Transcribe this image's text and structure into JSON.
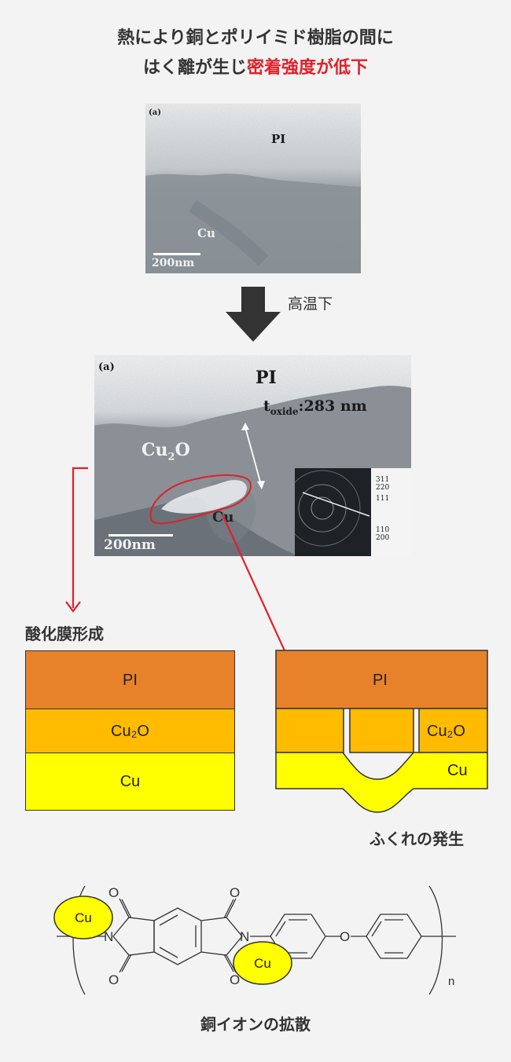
{
  "title": {
    "line1": "熱により銅とポリイミド樹脂の間に",
    "line2_prefix": "はく離が生じ",
    "line2_accent": "密着強度が低下"
  },
  "colors": {
    "accent_red": "#e0202a",
    "pi_layer": "#e8822a",
    "oxide_layer": "#ffbb00",
    "cu_layer": "#ffff00",
    "arrow_dark": "#333333"
  },
  "micrograph_top": {
    "panel_label": "(a)",
    "pi_label": "PI",
    "cu_label": "Cu",
    "scale_label": "200nm"
  },
  "arrow_label": "高温下",
  "micrograph_bottom": {
    "panel_label": "(a)",
    "pi_label": "PI",
    "oxide_label_t": "t",
    "oxide_label_sub": "oxide",
    "oxide_label_rest": ":283 nm",
    "cu2o_base": "Cu",
    "cu2o_sub": "2",
    "cu2o_end": "O",
    "cu_label": "Cu",
    "scale_label": "200nm",
    "diffraction_ticks": [
      "311",
      "220",
      "111",
      "110",
      "200"
    ]
  },
  "left_diagram": {
    "caption": "酸化膜形成",
    "pi": "PI",
    "oxide": "Cu₂O",
    "cu": "Cu"
  },
  "right_diagram": {
    "pi": "PI",
    "oxide": "Cu₂O",
    "cu": "Cu",
    "caption": "ふくれの発生"
  },
  "structure": {
    "cu_ion_1": "Cu",
    "cu_ion_2": "Cu",
    "atom_o": "O",
    "atom_n": "N",
    "subscript_n": "n",
    "caption": "銅イオンの拡散"
  }
}
